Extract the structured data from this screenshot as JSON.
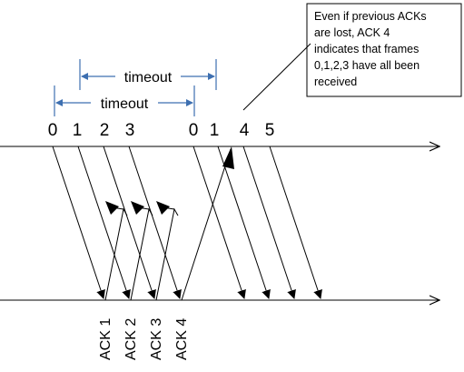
{
  "callout": {
    "lines": [
      "Even if previous ACKs",
      "are lost, ACK 4",
      "indicates that frames",
      "0,1,2,3 have all been",
      "received"
    ]
  },
  "timeouts": [
    "timeout",
    "timeout"
  ],
  "frames": [
    "0",
    "1",
    "2",
    "3",
    "0",
    "1",
    "4",
    "5"
  ],
  "acks": [
    "ACK 1",
    "ACK 2",
    "ACK 3",
    "ACK 4"
  ],
  "colors": {
    "line": "#000000",
    "timeout_arrow": "#3d6fb0",
    "background": "#ffffff"
  }
}
